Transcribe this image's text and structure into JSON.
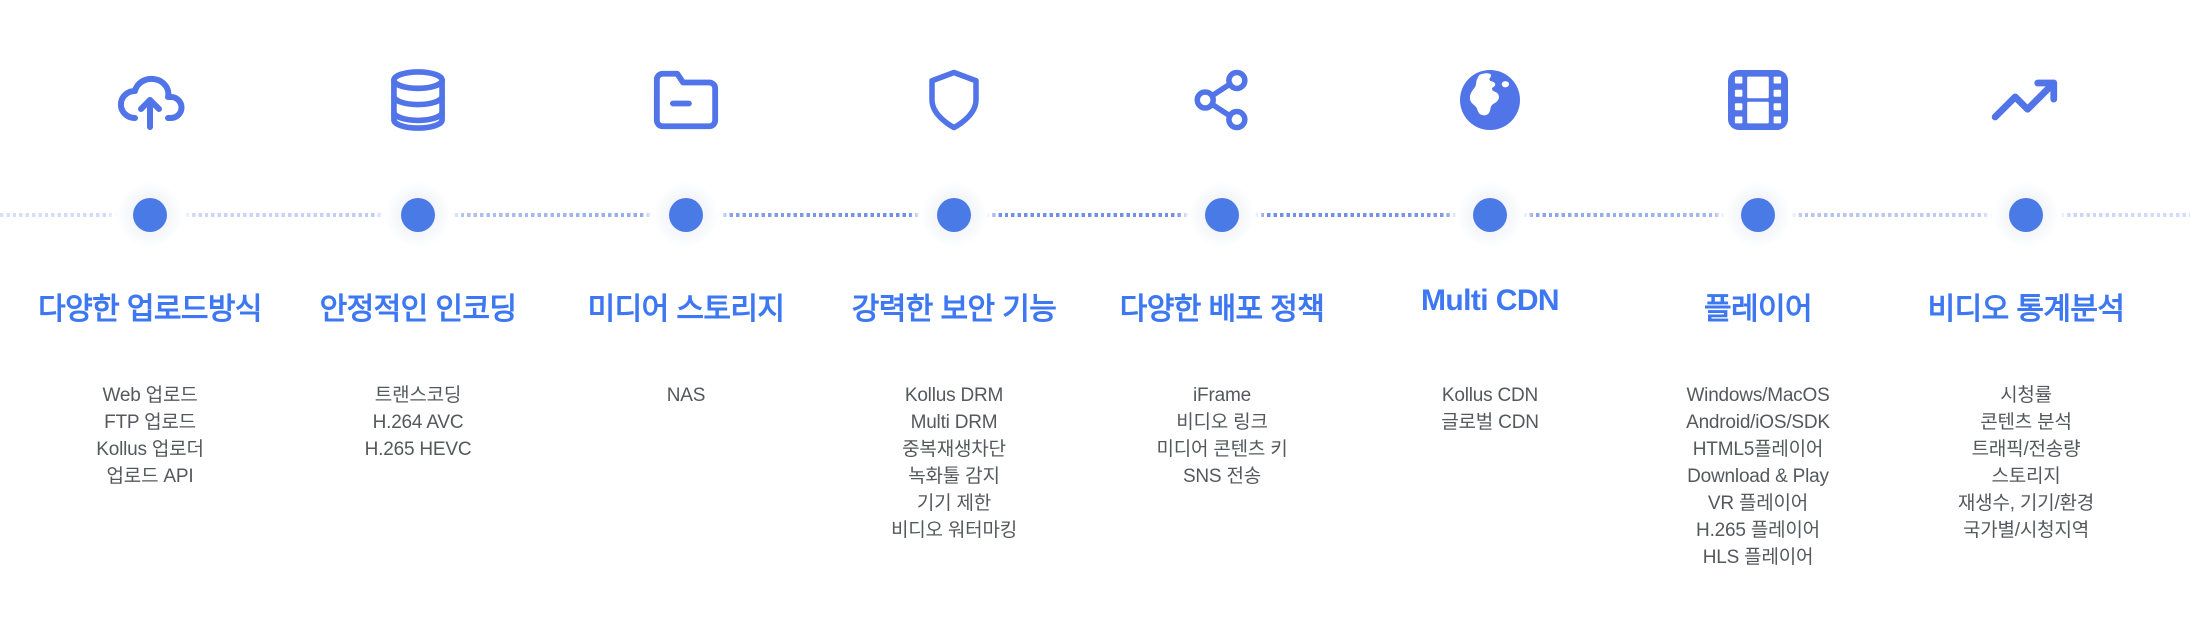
{
  "colors": {
    "accent_icon": "#5174E8",
    "accent_heading": "#3D78F2",
    "accent_dot": "#4A7AE5",
    "line_dash": "#7390E7",
    "item_text": "#55585D"
  },
  "timeline": {
    "steps": [
      {
        "icon": "cloud-upload-icon",
        "title": "다양한 업로드방식",
        "items": [
          "Web 업로드",
          "FTP 업로드",
          "Kollus 업로더",
          "업로드 API"
        ]
      },
      {
        "icon": "database-icon",
        "title": "안정적인 인코딩",
        "items": [
          "트랜스코딩",
          "H.264 AVC",
          "H.265 HEVC"
        ]
      },
      {
        "icon": "folder-minus-icon",
        "title": "미디어 스토리지",
        "items": [
          "NAS"
        ]
      },
      {
        "icon": "shield-icon",
        "title": "강력한 보안 기능",
        "items": [
          "Kollus DRM",
          "Multi DRM",
          "중복재생차단",
          "녹화툴 감지",
          "기기 제한",
          "비디오 워터마킹"
        ]
      },
      {
        "icon": "share-icon",
        "title": "다양한 배포 정책",
        "items": [
          "iFrame",
          "비디오 링크",
          "미디어 콘텐츠 키",
          "SNS 전송"
        ]
      },
      {
        "icon": "globe-icon",
        "title": "Multi CDN",
        "items": [
          "Kollus CDN",
          "글로벌 CDN"
        ]
      },
      {
        "icon": "film-icon",
        "title": "플레이어",
        "items": [
          "Windows/MacOS",
          "Android/iOS/SDK",
          "HTML5플레이어",
          "Download & Play",
          "VR 플레이어",
          "H.265 플레이어",
          "HLS 플레이어"
        ]
      },
      {
        "icon": "trending-up-icon",
        "title": "비디오 통계분석",
        "items": [
          "시청률",
          "콘텐츠 분석",
          "트래픽/전송량",
          "스토리지",
          "재생수, 기기/환경",
          "국가별/시청지역"
        ]
      }
    ]
  }
}
